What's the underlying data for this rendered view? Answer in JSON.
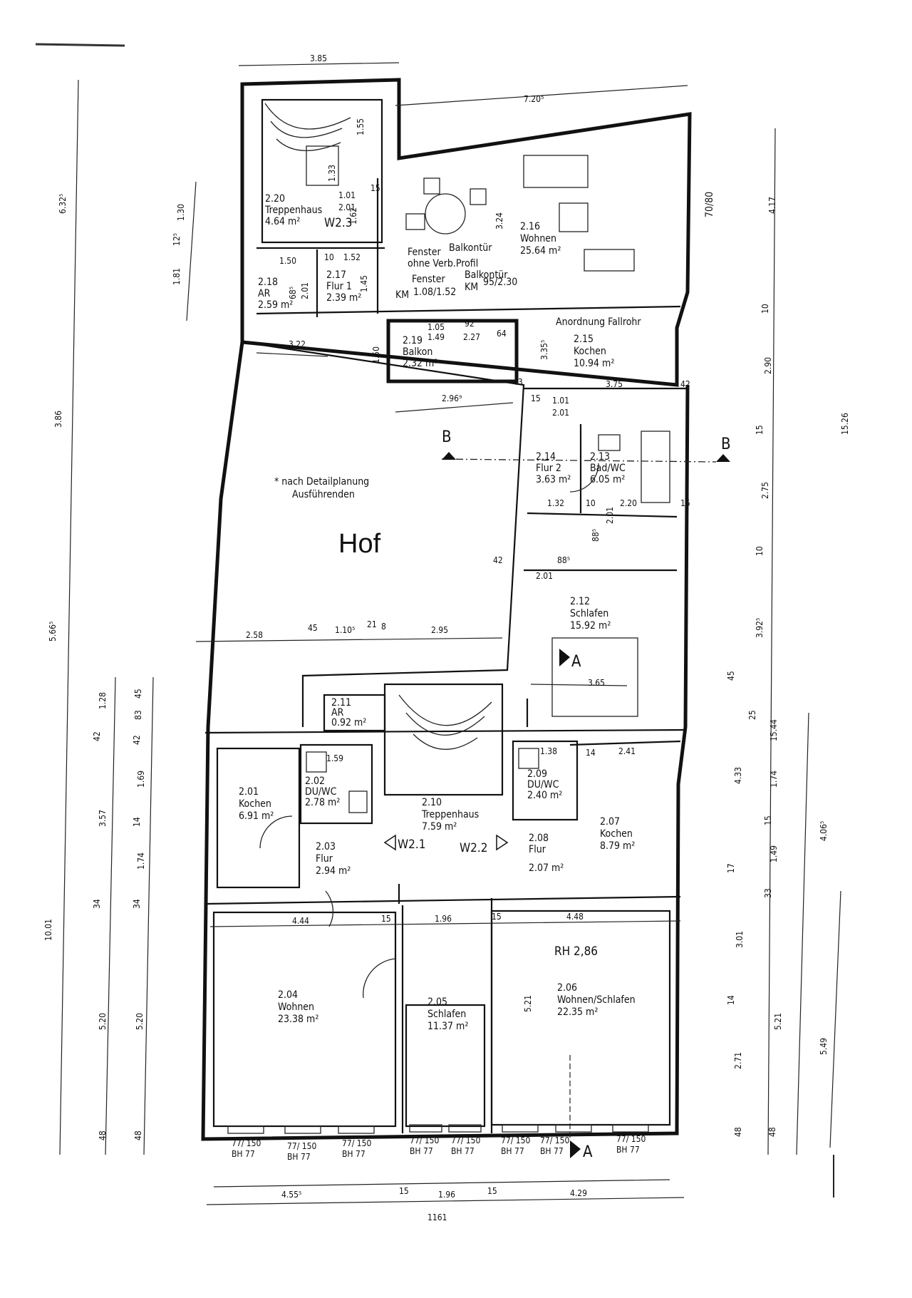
{
  "courtyard": {
    "title": "Hof",
    "note_line1": "* nach Detailplanung",
    "note_line2": "Ausführenden"
  },
  "rooms": [
    {
      "no": "2.20",
      "name": "Treppenhaus",
      "area": "4.64 m²"
    },
    {
      "no": "2.16",
      "name": "Wohnen",
      "area": "25.64 m²"
    },
    {
      "no": "2.17",
      "name": "Flur 1",
      "area": "2.39 m²"
    },
    {
      "no": "2.18",
      "name": "AR",
      "area": "2.59 m²"
    },
    {
      "no": "2.19",
      "name": "Balkon",
      "area": "2.32 m²"
    },
    {
      "no": "2.15",
      "name": "Kochen",
      "area": "10.94 m²"
    },
    {
      "no": "2.14",
      "name": "Flur 2",
      "area": "3.63 m²"
    },
    {
      "no": "2.13",
      "name": "Bad/WC",
      "area": "6.05 m²"
    },
    {
      "no": "2.12",
      "name": "Schlafen",
      "area": "15.92 m²"
    },
    {
      "no": "2.11",
      "name": "AR",
      "area": "0.92 m²"
    },
    {
      "no": "2.01",
      "name": "Kochen",
      "area": "6.91 m²"
    },
    {
      "no": "2.02",
      "name": "DU/WC",
      "area": "2.78 m²"
    },
    {
      "no": "2.03",
      "name": "Flur",
      "area": "2.94 m²"
    },
    {
      "no": "2.10",
      "name": "Treppenhaus",
      "area": "7.59 m²"
    },
    {
      "no": "2.09",
      "name": "DU/WC",
      "area": "2.40 m²"
    },
    {
      "no": "2.08",
      "name": "Flur",
      "area": "2.07 m²"
    },
    {
      "no": "2.07",
      "name": "Kochen",
      "area": "8.79 m²"
    },
    {
      "no": "2.04",
      "name": "Wohnen",
      "area": "23.38 m²"
    },
    {
      "no": "2.05",
      "name": "Schlafen",
      "area": "11.37 m²"
    },
    {
      "no": "2.06",
      "name": "Wohnen/Schlafen",
      "area": "22.35 m²"
    }
  ],
  "units": {
    "w23": "W2.3",
    "w21": "W2.1",
    "w22": "W2.2"
  },
  "annotations": {
    "fenster1": "Fenster",
    "fenster1b": "ohne Verb.Profil",
    "balkontuer1": "Balkontür",
    "fenster2": "Fenster",
    "fenster2_size": "1.08/1.52",
    "balkontuer2": "Balkontür",
    "balkontuer2_size": "95/2.30",
    "km1": "KM",
    "km2": "KM",
    "fallrohr": "Anordnung Fallrohr",
    "rh": "RH 2,86",
    "side_70_80": "70/80"
  },
  "sections": {
    "b": "B",
    "a": "A"
  },
  "windows": [
    {
      "size": "77/ 150",
      "bh": "BH 77"
    },
    {
      "size": "77/ 150",
      "bh": "BH 77"
    },
    {
      "size": "77/ 150",
      "bh": "BH 77"
    },
    {
      "size": "77/ 150",
      "bh": "BH 77"
    },
    {
      "size": "77/ 150",
      "bh": "BH 77"
    },
    {
      "size": "77/ 150",
      "bh": "BH 77"
    },
    {
      "size": "77/ 150",
      "bh": "BH 77"
    },
    {
      "size": "77/ 150",
      "bh": "BH 77"
    }
  ],
  "dims": {
    "top_385": "3.85",
    "top_720": "7.20⁵",
    "left_632": "6.32⁵",
    "left_386": "3.86",
    "left_566": "5.66⁵",
    "left_1001": "10.01",
    "l2_130": "1.30",
    "l2_125": "12⁵",
    "l2_181": "1.81",
    "l3_128": "1.28",
    "l3_42": "42",
    "l3_357": "3.57",
    "l3_34": "34",
    "l3_520": "5.20",
    "l3_48": "48",
    "l4_45": "45",
    "l4_83": "83",
    "l4_42": "42",
    "l4_169": "1.69",
    "l4_14": "14",
    "l4_174": "1.74",
    "l4_34": "34",
    "l4_520": "5.20",
    "l4_48": "48",
    "r_417": "4.17",
    "r_1526": "15.26",
    "r_10a": "10",
    "r_290": "2.90",
    "r_15a": "15",
    "r_275": "2.75",
    "r_10b": "10",
    "r_392": "3.92⁵",
    "r_45": "45",
    "r_25": "25",
    "r_433": "4.33",
    "r_17": "17",
    "r_301": "3.01",
    "r_14": "14",
    "r_271": "2.71",
    "r_48": "48",
    "r2_1544": "15.44",
    "r2_174": "1.74",
    "r2_15": "15",
    "r2_149": "1.49",
    "r2_33": "33",
    "r2_521": "5.21",
    "r2_48": "48",
    "r3_406": "4.06⁵",
    "r3_549": "5.49",
    "d_101a": "1.01",
    "d_201a": "2.01",
    "d_15a": "15",
    "d_162": "1.62",
    "d_155": "1.55",
    "d_133": "1.33",
    "d_324": "3.24",
    "d_150": "1.50",
    "d_10": "10",
    "d_152": "1.52",
    "d_145": "1.45",
    "d_68": "68⁵",
    "d_201b": "2.01",
    "d_105": "1.05",
    "d_92": "92",
    "d_149": "1.49",
    "d_227": "2.27",
    "d_64": "64",
    "d_150b": "1.50",
    "d_322": "3.22",
    "d_2969": "2.96⁹",
    "d_43": "43",
    "d_335": "3.35⁵",
    "d_375": "3.75",
    "d_42": "42",
    "d_15b": "15",
    "d_101b": "1.01",
    "d_201c": "2.01",
    "d_132": "1.32",
    "d_10b": "10",
    "d_220": "2.20",
    "d_15c": "15",
    "d_201d": "2.01",
    "d_88": "88⁵",
    "d_088": "88⁵",
    "d_201e": "2.01",
    "d_42b": "42",
    "d_258": "2.58",
    "d_45": "45",
    "d_110": "1.10⁵",
    "d_21": "21",
    "d_8": "8",
    "d_295": "2.95",
    "d_365": "3.65",
    "d_159": "1.59",
    "d_138": "1.38",
    "d_14": "14",
    "d_241": "2.41",
    "d_444": "4.44",
    "d_15d": "15",
    "d_196": "1.96",
    "d_15e": "15",
    "d_448": "4.48",
    "d_521": "5.21",
    "b_455": "4.55⁵",
    "b_15a": "15",
    "b_196": "1.96",
    "b_15b": "15",
    "b_429": "4.29",
    "b_1161": "1161"
  }
}
